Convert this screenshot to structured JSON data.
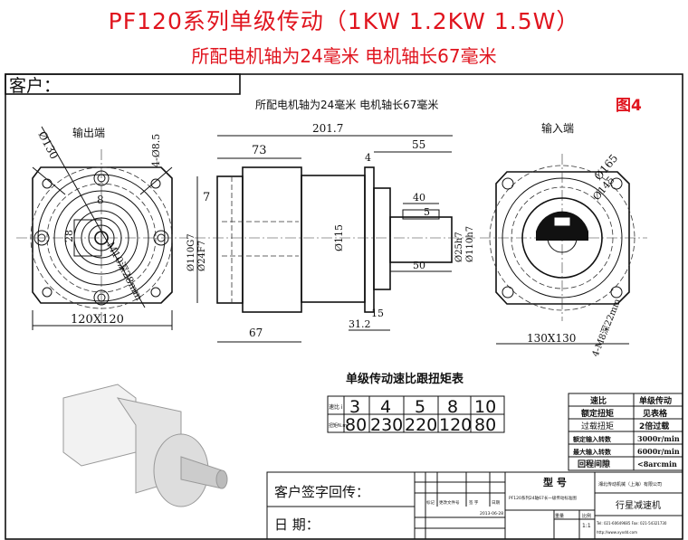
{
  "header": {
    "title": "PF120系列单级传动（1KW 1.2KW 1.5W）",
    "subtitle": "所配电机轴为24毫米 电机轴长67毫米"
  },
  "drawing": {
    "customer_label": "客户：",
    "note": "所配电机轴为24毫米 电机轴长67毫米",
    "figure_no": "图4",
    "figure_color": "#e0141e",
    "output_end": {
      "label": "输出端",
      "d_pcd": "Ø130",
      "holes": "4-Ø8.5",
      "key_width": "8",
      "key_height": "28",
      "thread": "M10深28mm",
      "size": "120X120"
    },
    "side_view": {
      "total_length": "201.7",
      "len_73": "73",
      "len_7": "7",
      "d_110g7": "Ø110G7",
      "d_24f7": "Ø24F7",
      "d_115": "Ø115",
      "len_67": "67",
      "len_55": "55",
      "len_4": "4",
      "len_40": "40",
      "len_5": "5",
      "d_25h7": "Ø25h7",
      "d_110h7": "Ø110h7",
      "len_50": "50",
      "len_15": "15",
      "len_31_2": "31.2"
    },
    "input_end": {
      "label": "输入端",
      "d_165": "Ø165",
      "d_145": "Ø145",
      "thread": "4-M8深22mm",
      "size": "130X130"
    }
  },
  "ratio_table": {
    "title": "单级传动速比跟扭矩表",
    "row1_label": "速比 i",
    "row2_label": "扭矩N.m",
    "ratios": [
      "3",
      "4",
      "5",
      "8",
      "10"
    ],
    "torques": [
      "80",
      "230",
      "220",
      "120",
      "80"
    ]
  },
  "spec_table": {
    "rows": [
      [
        "速比",
        "单级传动"
      ],
      [
        "额定扭矩",
        "见表格"
      ],
      [
        "过载扭矩",
        "2倍过载"
      ],
      [
        "额定输入转数",
        "3000r/min"
      ],
      [
        "最大输入转数",
        "6000r/min"
      ],
      [
        "回程间隙",
        "<8arcmin"
      ]
    ]
  },
  "title_block": {
    "sign_label": "客户签字回传：",
    "date_label": "日   期：",
    "model_label": "型   号",
    "drawing_name": "PF120系列24轴67长一级传动标准图",
    "company": "湘北传动机械（上海）有限公司",
    "product": "行星减速机",
    "headers": [
      "标记",
      "更改文件号",
      "签 字",
      "日期"
    ],
    "date": "2013-06-28",
    "weight_label": "重量",
    "scale_label": "比例",
    "scale": "1:1",
    "contact": "Tel: 021-60649685  Fax: 021-54321730",
    "website": "http://www.xyxdd.com"
  }
}
